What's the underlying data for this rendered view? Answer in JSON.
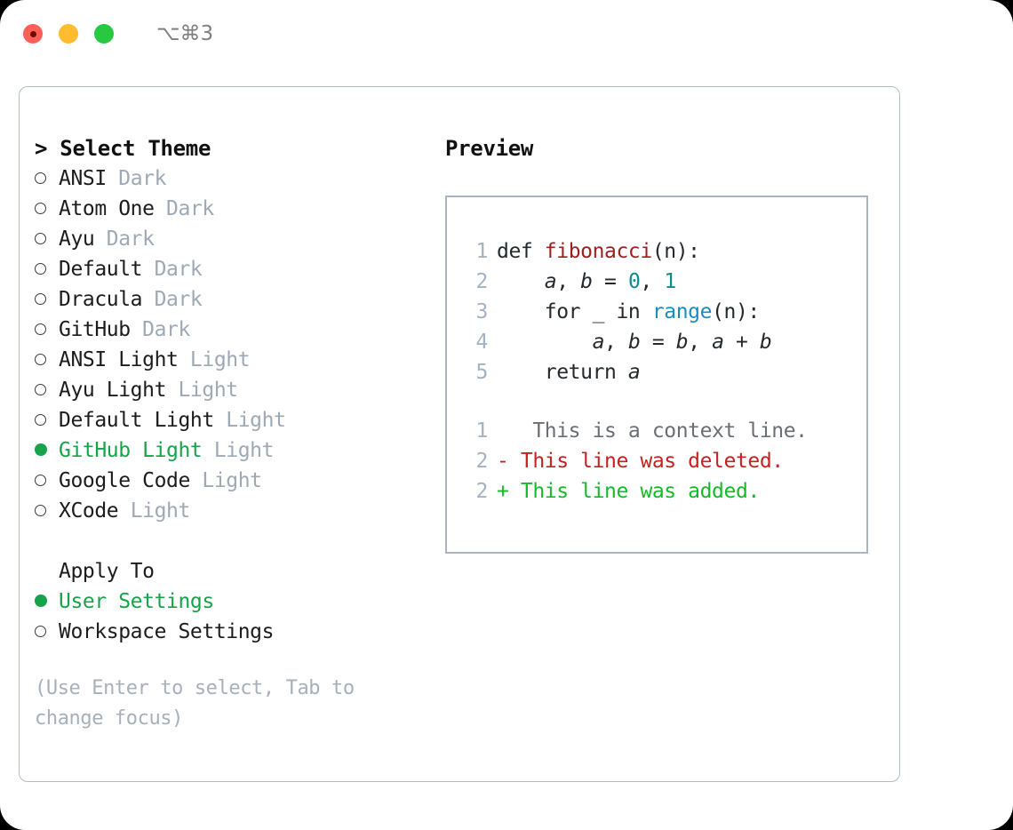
{
  "titlebar": {
    "shortcut": "⌥⌘3",
    "lights": [
      "close",
      "minimize",
      "maximize"
    ]
  },
  "theme_selector": {
    "header": "> Select Theme",
    "items": [
      {
        "marker": "○",
        "label": "ANSI",
        "suffix": "Dark",
        "selected": false
      },
      {
        "marker": "○",
        "label": "Atom One",
        "suffix": "Dark",
        "selected": false
      },
      {
        "marker": "○",
        "label": "Ayu",
        "suffix": "Dark",
        "selected": false
      },
      {
        "marker": "○",
        "label": "Default",
        "suffix": "Dark",
        "selected": false
      },
      {
        "marker": "○",
        "label": "Dracula",
        "suffix": "Dark",
        "selected": false
      },
      {
        "marker": "○",
        "label": "GitHub",
        "suffix": "Dark",
        "selected": false
      },
      {
        "marker": "○",
        "label": "ANSI Light",
        "suffix": "Light",
        "selected": false
      },
      {
        "marker": "○",
        "label": "Ayu Light",
        "suffix": "Light",
        "selected": false
      },
      {
        "marker": "○",
        "label": "Default Light",
        "suffix": "Light",
        "selected": false
      },
      {
        "marker": "●",
        "label": "GitHub Light",
        "suffix": "Light",
        "selected": true
      },
      {
        "marker": "○",
        "label": "Google Code",
        "suffix": "Light",
        "selected": false
      },
      {
        "marker": "○",
        "label": "XCode",
        "suffix": "Light",
        "selected": false
      }
    ]
  },
  "apply_to": {
    "header": "Apply To",
    "items": [
      {
        "marker": "●",
        "label": "User Settings",
        "selected": true
      },
      {
        "marker": "○",
        "label": "Workspace Settings",
        "selected": false
      }
    ]
  },
  "hint": "(Use Enter to select, Tab to change focus)",
  "preview": {
    "title": "Preview",
    "code_lines": [
      {
        "number": "1",
        "text": "def fibonacci(n):"
      },
      {
        "number": "2",
        "text": "    a, b = 0, 1"
      },
      {
        "number": "3",
        "text": "    for _ in range(n):"
      },
      {
        "number": "4",
        "text": "        a, b = b, a + b"
      },
      {
        "number": "5",
        "text": "    return a"
      }
    ],
    "diff_lines": [
      {
        "number": "1",
        "sign": " ",
        "text": "  This is a context line.",
        "kind": "context"
      },
      {
        "number": "2",
        "sign": "-",
        "text": " This line was deleted.",
        "kind": "deleted"
      },
      {
        "number": "2",
        "sign": "+",
        "text": " This line was added.",
        "kind": "added"
      }
    ]
  },
  "colors": {
    "selected_green": "#16a34a",
    "suffix_gray": "#9fa9b5",
    "hint_gray": "#a7b0bb",
    "panel_border": "#b3bcc8",
    "code_border": "#aab4c2",
    "line_number": "#a7b2c0",
    "fn_red": "#9d1f1f",
    "num_teal": "#0f8b8b",
    "call_blue": "#1b8cbe",
    "diff_context": "#6a6f76",
    "diff_deleted": "#c62121",
    "diff_added": "#12bb2a"
  }
}
